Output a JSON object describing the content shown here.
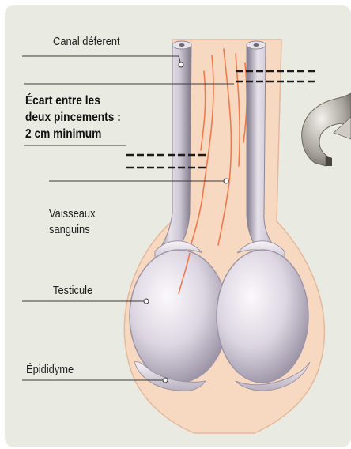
{
  "labels": {
    "canal_deferent": "Canal déferent",
    "ecart_line1": "Écart entre les",
    "ecart_line2": "deux pincements :",
    "ecart_line3": "2 cm minimum",
    "vaisseaux_line1": "Vaisseaux",
    "vaisseaux_line2": "sanguins",
    "testicule": "Testicule",
    "epididyme": "Épididyme"
  },
  "colors": {
    "panel_background": "#e9ebe2",
    "skin": "#f7d9c2",
    "skin_outline": "#e5b89b",
    "vessel": "#ee7a4c",
    "testis": "#d9d2de",
    "duct": "#a8a2ae",
    "clamp_marks": "#1a1a1a"
  },
  "icons": {
    "instrument": "forceps-tip-icon"
  }
}
